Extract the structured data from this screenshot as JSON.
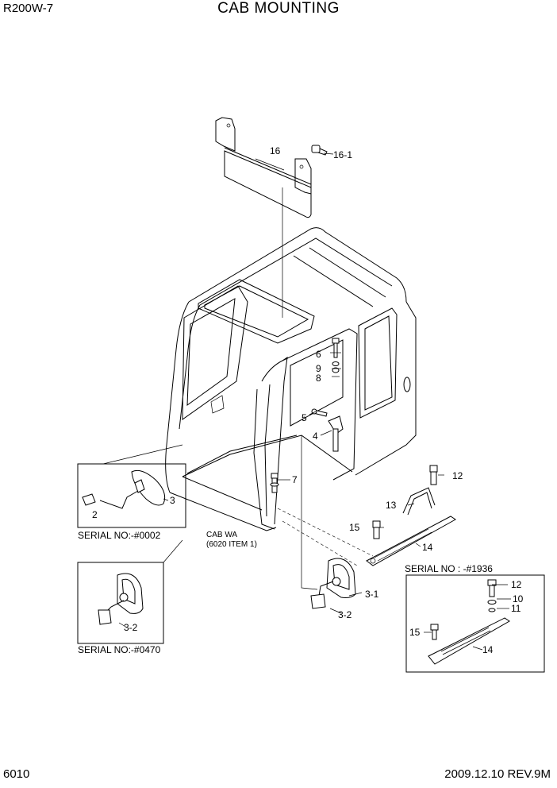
{
  "header": {
    "model": "R200W-7",
    "title": "CAB MOUNTING"
  },
  "footer": {
    "page_number": "6010",
    "revision": "2009.12.10  REV.9M"
  },
  "part_labels": {
    "p16": "16",
    "p16_1": "16-1",
    "p6": "6",
    "p9": "9",
    "p8": "8",
    "p5": "5",
    "p4": "4",
    "p7": "7",
    "p12a": "12",
    "p13": "13",
    "p15a": "15",
    "p14a": "14",
    "p3": "3",
    "p2": "2",
    "p3_1": "3-1",
    "p3_2a": "3-2",
    "p3_2b": "3-2",
    "p12b": "12",
    "p10": "10",
    "p11": "11",
    "p15b": "15",
    "p14b": "14"
  },
  "notes": {
    "serial_a": "SERIAL NO:-#0002",
    "serial_b": "SERIAL NO:-#0470",
    "serial_c": "SERIAL NO : -#1936",
    "cab_wa_1": "CAB WA",
    "cab_wa_2": "(6020 ITEM 1)"
  }
}
